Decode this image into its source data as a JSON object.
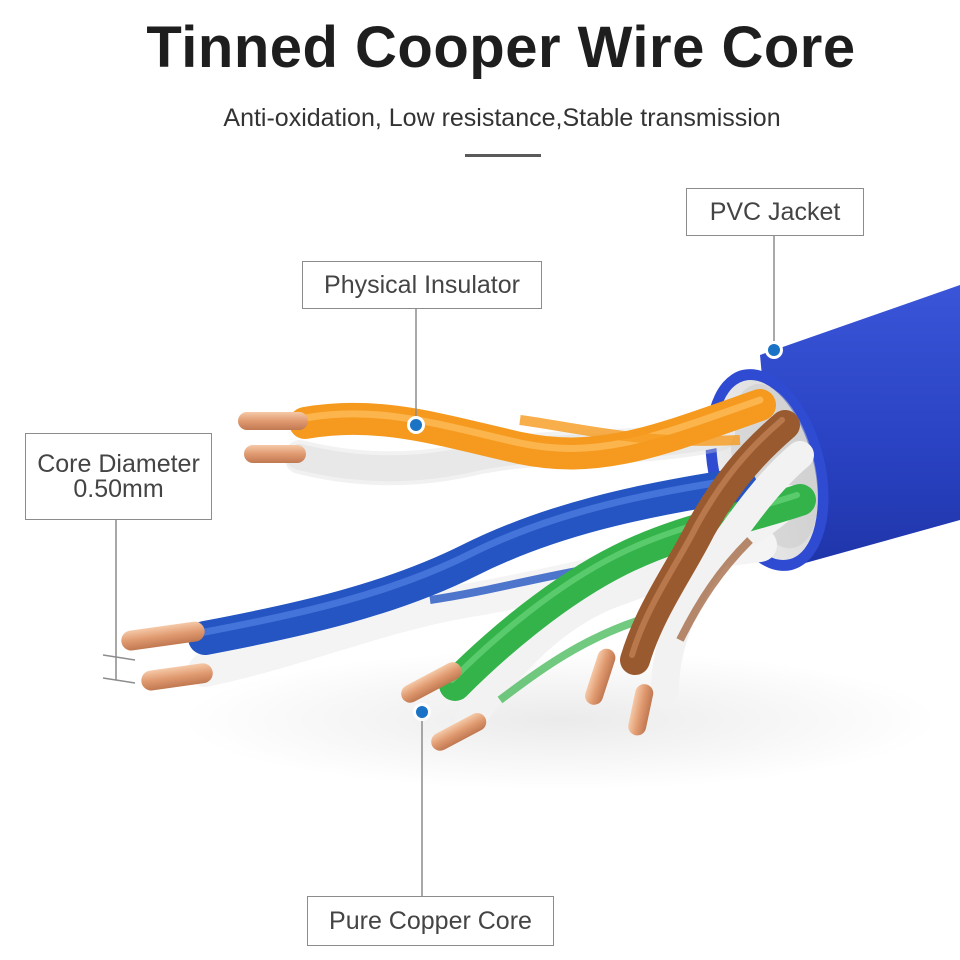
{
  "header": {
    "title": "Tinned Cooper Wire Core",
    "subtitle": "Anti-oxidation, Low resistance,Stable transmission"
  },
  "callouts": {
    "pvc_jacket": "PVC Jacket",
    "physical_insulator": "Physical Insulator",
    "core_diameter_line1": "Core Diameter",
    "core_diameter_line2": "0.50mm",
    "pure_copper_core": "Pure Copper Core"
  },
  "colors": {
    "jacket": "#2b44c8",
    "orange": "#f59a1e",
    "blue": "#2455c2",
    "green": "#34b34a",
    "brown": "#9a5a30",
    "copper": "#e3a27a",
    "marker": "#1a73c4"
  }
}
